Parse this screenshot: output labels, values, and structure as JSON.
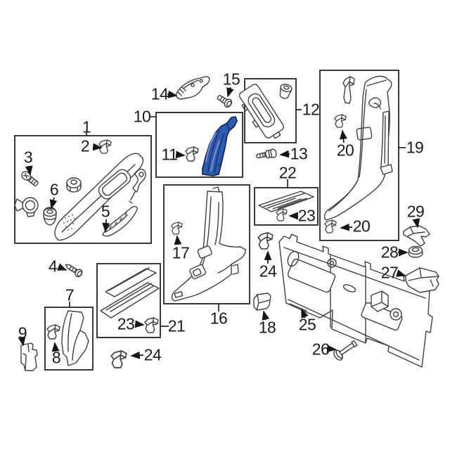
{
  "diagram": {
    "type": "exploded-parts-diagram",
    "subject": "vehicle interior pillar and quarter trim panels",
    "highlighted_part_callouts": [
      "10",
      "11"
    ],
    "colors": {
      "background": "#ffffff",
      "line_art": "#3f3f3f",
      "label_text": "#1b1b1b",
      "group_box_border": "#3a3a3a",
      "highlight_fill": "#2e5ab0",
      "highlight_outline": "#101f4d",
      "highlight_shadow": "#16306b",
      "highlight_light": "#7b90c9"
    }
  },
  "callouts": [
    {
      "label": "1"
    },
    {
      "label": "2"
    },
    {
      "label": "3"
    },
    {
      "label": "6"
    },
    {
      "label": "5"
    },
    {
      "label": "4"
    },
    {
      "label": "7"
    },
    {
      "label": "9"
    },
    {
      "label": "8"
    },
    {
      "label": "14"
    },
    {
      "label": "15"
    },
    {
      "label": "10"
    },
    {
      "label": "11"
    },
    {
      "label": "12"
    },
    {
      "label": "13"
    },
    {
      "label": "22"
    },
    {
      "label": "23"
    },
    {
      "label": "24"
    },
    {
      "label": "17"
    },
    {
      "label": "16"
    },
    {
      "label": "18"
    },
    {
      "label": "23"
    },
    {
      "label": "21"
    },
    {
      "label": "24"
    },
    {
      "label": "25"
    },
    {
      "label": "26"
    },
    {
      "label": "27"
    },
    {
      "label": "28"
    },
    {
      "label": "29"
    },
    {
      "label": "19"
    },
    {
      "label": "20"
    },
    {
      "label": "20"
    }
  ]
}
